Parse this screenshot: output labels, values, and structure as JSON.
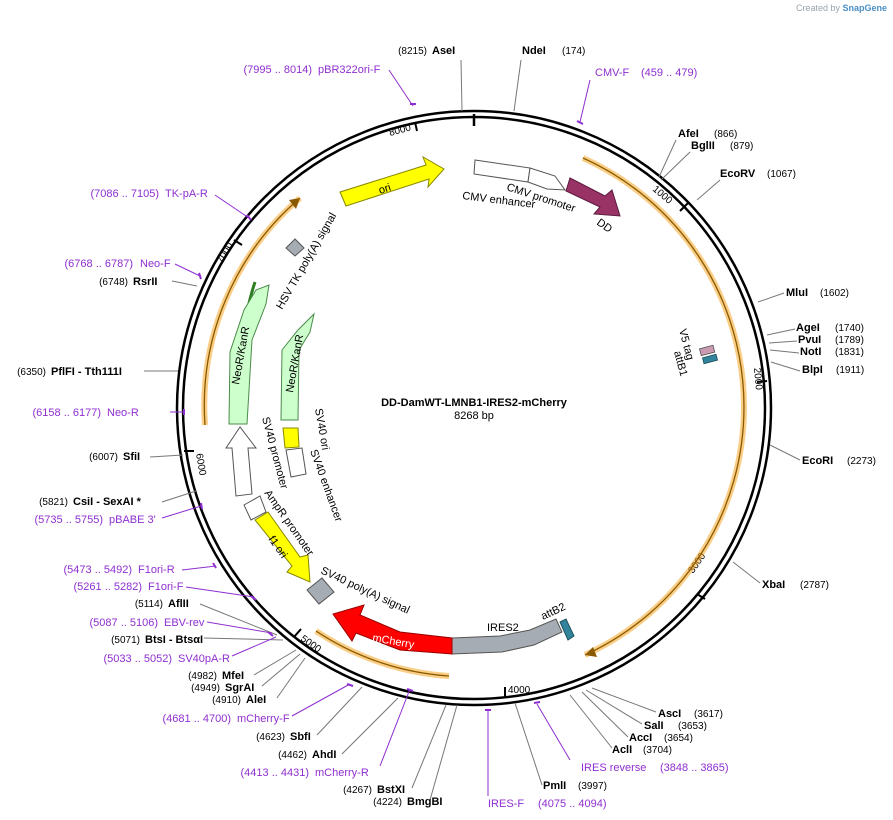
{
  "credit": {
    "prefix": "Created by",
    "brand": "SnapGene"
  },
  "plasmid": {
    "name": "DD-DamWT-LMNB1-IRES2-mCherry",
    "length_label": "8268 bp"
  },
  "ticks": [
    "1000",
    "2000",
    "3000",
    "4000",
    "5000",
    "6000",
    "7000",
    "8000"
  ],
  "enzymes": [
    {
      "name": "AseI",
      "pos": "(8215)"
    },
    {
      "name": "NdeI",
      "pos": "(174)"
    },
    {
      "name": "AfeI",
      "pos": "(866)"
    },
    {
      "name": "BglII",
      "pos": "(879)"
    },
    {
      "name": "EcoRV",
      "pos": "(1067)"
    },
    {
      "name": "MluI",
      "pos": "(1602)"
    },
    {
      "name": "AgeI",
      "pos": "(1740)"
    },
    {
      "name": "PvuI",
      "pos": "(1789)"
    },
    {
      "name": "NotI",
      "pos": "(1831)"
    },
    {
      "name": "BlpI",
      "pos": "(1911)"
    },
    {
      "name": "EcoRI",
      "pos": "(2273)"
    },
    {
      "name": "XbaI",
      "pos": "(2787)"
    },
    {
      "name": "AscI",
      "pos": "(3617)"
    },
    {
      "name": "SalI",
      "pos": "(3653)"
    },
    {
      "name": "AccI",
      "pos": "(3654)"
    },
    {
      "name": "AclI",
      "pos": "(3704)"
    },
    {
      "name": "PmlI",
      "pos": "(3997)"
    },
    {
      "name": "BmgBI",
      "pos": "(4224)"
    },
    {
      "name": "BstXI",
      "pos": "(4267)"
    },
    {
      "name": "AhdI",
      "pos": "(4462)"
    },
    {
      "name": "SbfI",
      "pos": "(4623)"
    },
    {
      "name": "AleI",
      "pos": "(4910)"
    },
    {
      "name": "SgrAI",
      "pos": "(4949)"
    },
    {
      "name": "MfeI",
      "pos": "(4982)"
    },
    {
      "name": "BtsI - BtsαI",
      "pos": "(5071)"
    },
    {
      "name": "AflII",
      "pos": "(5114)"
    },
    {
      "name": "CsiI - SexAI *",
      "pos": "(5821)"
    },
    {
      "name": "SfiI",
      "pos": "(6007)"
    },
    {
      "name": "PflFI - Tth111I",
      "pos": "(6350)"
    },
    {
      "name": "RsrII",
      "pos": "(6748)"
    }
  ],
  "primers": [
    {
      "name": "pBR322ori-F",
      "range": "(7995 .. 8014)"
    },
    {
      "name": "CMV-F",
      "range": "(459 .. 479)"
    },
    {
      "name": "TK-pA-R",
      "range": "(7086 .. 7105)"
    },
    {
      "name": "Neo-F",
      "range": "(6768 .. 6787)"
    },
    {
      "name": "Neo-R",
      "range": "(6158 .. 6177)"
    },
    {
      "name": "pBABE 3'",
      "range": "(5735 .. 5755)"
    },
    {
      "name": "F1ori-R",
      "range": "(5473 .. 5492)"
    },
    {
      "name": "F1ori-F",
      "range": "(5261 .. 5282)"
    },
    {
      "name": "EBV-rev",
      "range": "(5087 .. 5106)"
    },
    {
      "name": "SV40pA-R",
      "range": "(5033 .. 5052)"
    },
    {
      "name": "mCherry-F",
      "range": "(4681 .. 4700)"
    },
    {
      "name": "mCherry-R",
      "range": "(4413 .. 4431)"
    },
    {
      "name": "IRES-F",
      "range": "(4075 .. 4094)"
    },
    {
      "name": "IRES reverse",
      "range": "(3848 .. 3865)"
    }
  ],
  "features": [
    {
      "name": "CMV enhancer",
      "color": "#ffffff"
    },
    {
      "name": "CMV promoter",
      "color": "#ffffff"
    },
    {
      "name": "DD",
      "color": "#993366"
    },
    {
      "name": "V5 tag",
      "color": "#cc99b2"
    },
    {
      "name": "attB1",
      "color": "#31849b"
    },
    {
      "name": "IRES2",
      "color": "#a6acb3"
    },
    {
      "name": "attB2",
      "color": "#31849b"
    },
    {
      "name": "mCherry",
      "color": "#ff0000"
    },
    {
      "name": "SV40 poly(A) signal",
      "color": "#a6acb3"
    },
    {
      "name": "f1 ori",
      "color": "#ffff00"
    },
    {
      "name": "AmpR promoter",
      "color": "#ffffff"
    },
    {
      "name": "SV40 promoter",
      "color": "#ffffff"
    },
    {
      "name": "SV40 enhancer",
      "color": "#ffffff"
    },
    {
      "name": "SV40 ori",
      "color": "#ffff00"
    },
    {
      "name": "NeoR/KanR",
      "color": "#ccffcc"
    },
    {
      "name": "HSV TK poly(A) signal",
      "color": "#a6acb3"
    },
    {
      "name": "ori",
      "color": "#ffff00"
    }
  ],
  "colors": {
    "primer": "#8f2fd0",
    "orf": "#f5a623",
    "backbone": "#000000"
  }
}
